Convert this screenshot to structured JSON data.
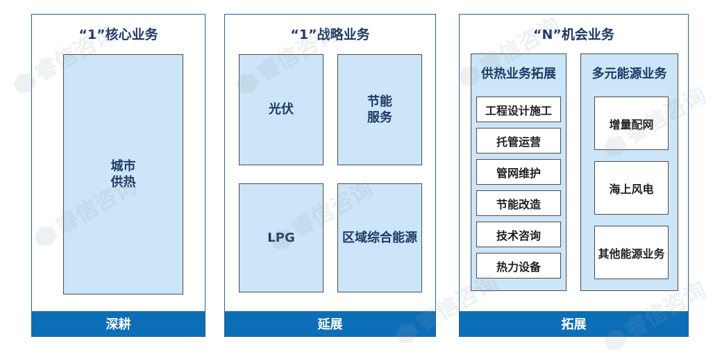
{
  "panels": {
    "core": {
      "title": "“1”核心业务",
      "footer": "深耕",
      "box": "城市\n供热"
    },
    "strategy": {
      "title": "“1”战略业务",
      "footer": "延展",
      "boxes": [
        "光伏",
        "节能\n服务",
        "LPG",
        "区域综合能源"
      ]
    },
    "opportunity": {
      "title": "“N”机会业务",
      "footer": "拓展",
      "heating": {
        "title": "供热业务拓展",
        "items": [
          "工程设计施工",
          "托管运营",
          "管网维护",
          "节能改造",
          "技术咨询",
          "热力设备"
        ]
      },
      "energy": {
        "title": "多元能源业务",
        "items": [
          "增量配网",
          "海上风电",
          "其他能源业务"
        ]
      }
    }
  },
  "watermark": "睿信咨询"
}
